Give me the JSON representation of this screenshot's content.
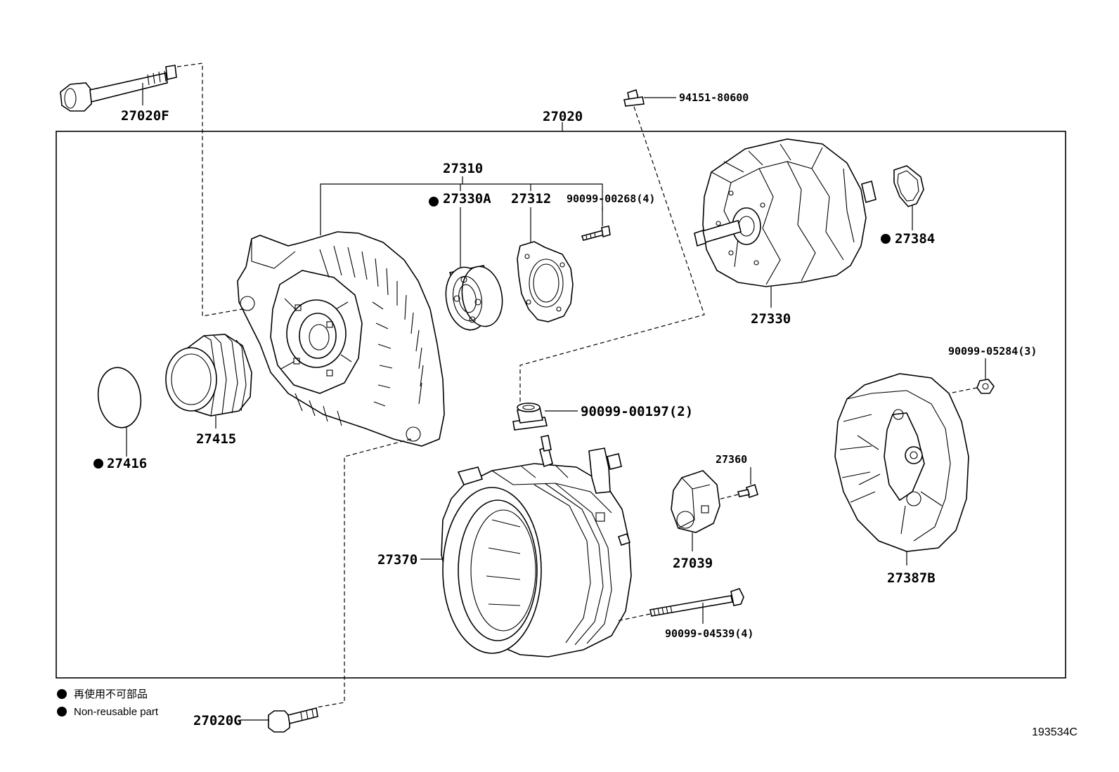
{
  "diagram": {
    "assembly_number": "27020",
    "parts": [
      {
        "id": "bolt-27020F",
        "label": "27020F"
      },
      {
        "id": "nut-94151",
        "label": "94151-80600"
      },
      {
        "id": "frame-27310",
        "label": "27310"
      },
      {
        "id": "bearing-27330A",
        "label": "27330A",
        "non_reusable": true
      },
      {
        "id": "plate-27312",
        "label": "27312"
      },
      {
        "id": "screw-90099-00268",
        "label": "90099-00268(4)"
      },
      {
        "id": "rotor-27330",
        "label": "27330"
      },
      {
        "id": "ring-27384",
        "label": "27384",
        "non_reusable": true
      },
      {
        "id": "cap-27416",
        "label": "27416",
        "non_reusable": true
      },
      {
        "id": "pulley-27415",
        "label": "27415"
      },
      {
        "id": "nut-90099-05284",
        "label": "90099-05284(3)"
      },
      {
        "id": "insulator-27387B",
        "label": "27387B"
      },
      {
        "id": "screw-90099-00197",
        "label": "90099-00197(2)"
      },
      {
        "id": "stator-27360",
        "label": "27360"
      },
      {
        "id": "brush-holder-27370",
        "label": "27370"
      },
      {
        "id": "cover-27039",
        "label": "27039"
      },
      {
        "id": "bolt-90099-04539",
        "label": "90099-04539(4)"
      },
      {
        "id": "bolt-27020G",
        "label": "27020G"
      }
    ]
  },
  "legend": {
    "line1": "再使用不可部品",
    "line2": "Non-reusable part"
  },
  "reference_code": "193534C"
}
